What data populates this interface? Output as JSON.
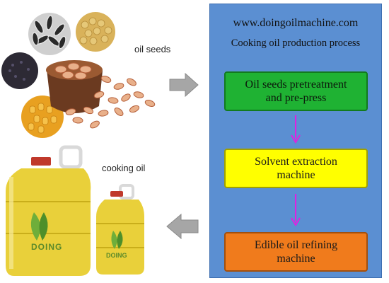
{
  "labels": {
    "oil_seeds": "oil seeds",
    "cooking_oil": "cooking oil",
    "brand_logo_text": "DOING"
  },
  "panel": {
    "url": "www.doingoilmachine.com",
    "subtitle": "Cooking oil production process",
    "steps": [
      {
        "line1": "Oil seeds pretreatment",
        "line2": "and pre-press",
        "color": "#1fb233"
      },
      {
        "line1": "Solvent extraction",
        "line2": "machine",
        "color": "#ffff00"
      },
      {
        "line1": "Edible oil refining",
        "line2": "machine",
        "color": "#f07b1c"
      }
    ]
  },
  "colors": {
    "panel_bg": "#5b8fd2",
    "step_arrow": "#e020e0",
    "block_arrow": "#a6a6a6"
  }
}
